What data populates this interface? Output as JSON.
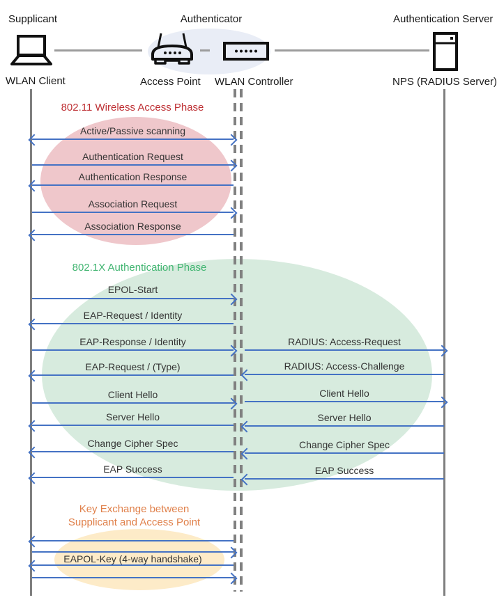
{
  "actors": {
    "supplicant": {
      "role": "Supplicant",
      "device": "WLAN Client"
    },
    "authenticator": {
      "role": "Authenticator",
      "ap": "Access Point",
      "wlc": "WLAN Controller"
    },
    "server": {
      "role": "Authentication Server",
      "device": "NPS (RADIUS Server)"
    }
  },
  "phases": {
    "wireless": {
      "title": "802.11 Wireless Access Phase",
      "title_color": "#BE3034",
      "ellipse_color": "#EFC7CB"
    },
    "dot1x": {
      "title": "802.1X Authentication Phase",
      "title_color": "#41B571",
      "ellipse_color": "#D7EBDE"
    },
    "key_exchange": {
      "line1": "Key Exchange between",
      "line2": "Supplicant and Access Point",
      "title_color": "#E0804A",
      "ellipse_color": "#FDEBC8"
    }
  },
  "messages": {
    "left_segment": [
      {
        "label": "Active/Passive scanning",
        "direction": "both"
      },
      {
        "label": "Authentication Request",
        "direction": "right"
      },
      {
        "label": "Authentication Response",
        "direction": "left"
      },
      {
        "label": "Association Request",
        "direction": "right"
      },
      {
        "label": "Association Response",
        "direction": "left"
      },
      {
        "label": "EPOL-Start",
        "direction": "right"
      },
      {
        "label": "EAP-Request / Identity",
        "direction": "left"
      },
      {
        "label": "EAP-Response / Identity",
        "direction": "right"
      },
      {
        "label": "EAP-Request / (Type)",
        "direction": "left"
      },
      {
        "label": "Client Hello",
        "direction": "right"
      },
      {
        "label": "Server Hello",
        "direction": "left"
      },
      {
        "label": "Change Cipher Spec",
        "direction": "left"
      },
      {
        "label": "EAP Success",
        "direction": "left"
      },
      {
        "label": "",
        "direction": "left"
      },
      {
        "label": "",
        "direction": "right"
      },
      {
        "label": "EAPOL-Key (4-way handshake)",
        "direction": "left"
      },
      {
        "label": "",
        "direction": "right"
      }
    ],
    "right_segment": [
      {
        "label": "RADIUS: Access-Request",
        "direction": "right"
      },
      {
        "label": "RADIUS: Access-Challenge",
        "direction": "left"
      },
      {
        "label": "Client Hello",
        "direction": "right"
      },
      {
        "label": "Server Hello",
        "direction": "left"
      },
      {
        "label": "Change Cipher Spec",
        "direction": "left"
      },
      {
        "label": "EAP Success",
        "direction": "left"
      }
    ]
  },
  "colors": {
    "arrow": "#4472C4",
    "lifeline": "#7F7F7F",
    "authenticator_group_fill": "#E9EDF6"
  }
}
